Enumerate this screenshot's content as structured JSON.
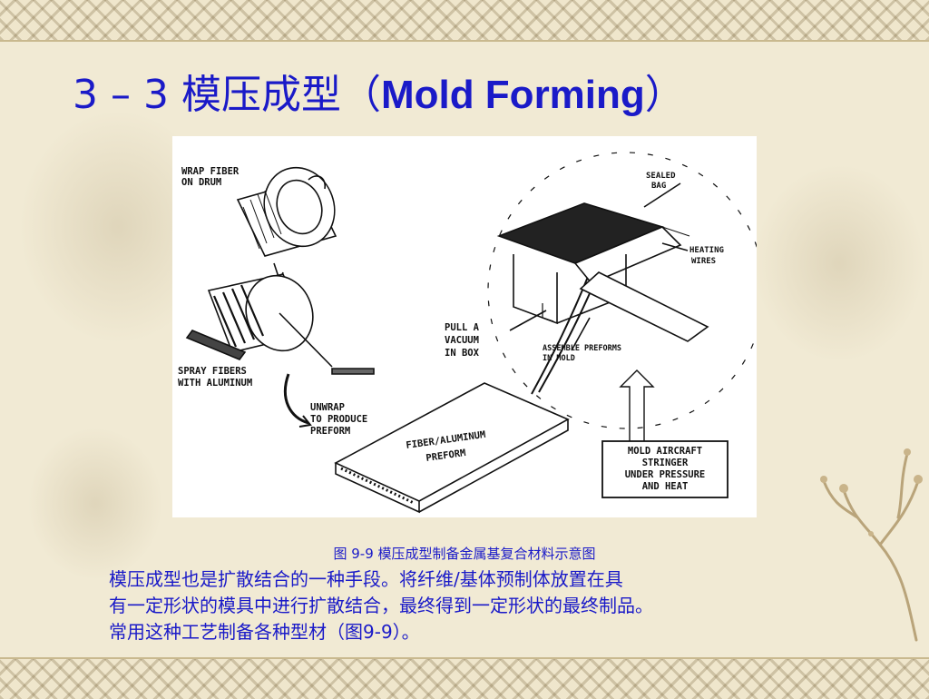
{
  "slide": {
    "title_prefix": "3 – 3  模压成型（",
    "title_en": "Mold Forming",
    "title_suffix": "）"
  },
  "figure": {
    "labels": {
      "wrap_fiber_1": "WRAP FIBER",
      "wrap_fiber_2": "ON DRUM",
      "spray_1": "SPRAY FIBERS",
      "spray_2": "WITH ALUMINUM",
      "unwrap_1": "UNWRAP",
      "unwrap_2": "TO PRODUCE",
      "unwrap_3": "PREFORM",
      "preform_1": "FIBER/ALUMINUM",
      "preform_2": "PREFORM",
      "pull_1": "PULL A",
      "pull_2": "VACUUM",
      "pull_3": "IN BOX",
      "assemble_1": "ASSEMBLE PREFORMS",
      "assemble_2": "IN MOLD",
      "sealed_1": "SEALED",
      "sealed_2": "BAG",
      "heating_1": "HEATING",
      "heating_2": "WIRES",
      "mold_1": "MOLD AIRCRAFT",
      "mold_2": "STRINGER",
      "mold_3": "UNDER PRESSURE",
      "mold_4": "AND HEAT"
    }
  },
  "caption": "图 9-9  模压成型制备金属基复合材料示意图",
  "body": {
    "line1": "模压成型也是扩散结合的一种手段。将纤维/基体预制体放置在具",
    "line2": "有一定形状的模具中进行扩散结合，最终得到一定形状的最终制品。",
    "line3": "常用这种工艺制备各种型材（图9-9）。"
  }
}
